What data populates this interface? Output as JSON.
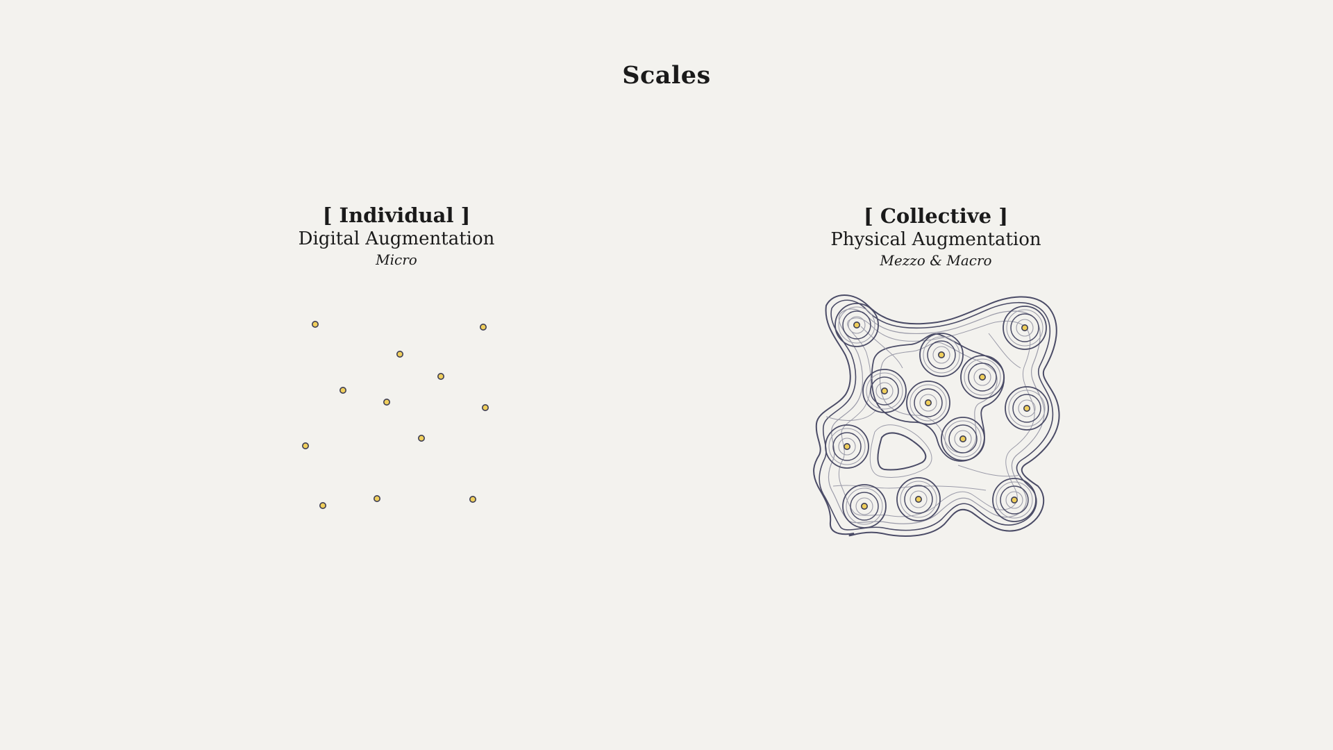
{
  "title": "Scales",
  "panels": {
    "individual": {
      "heading": "[ Individual ]",
      "subtitle": "Digital Augmentation",
      "scale": "Micro"
    },
    "collective": {
      "heading": "[ Collective ]",
      "subtitle": "Physical Augmentation",
      "scale": "Mezzo & Macro"
    }
  },
  "colors": {
    "background": "#f3f2ee",
    "dot_fill": "#f0cf5c",
    "dot_stroke": "#3d3d52",
    "contour_dark": "#4a4b66",
    "contour_light": "#9a9aa8"
  }
}
